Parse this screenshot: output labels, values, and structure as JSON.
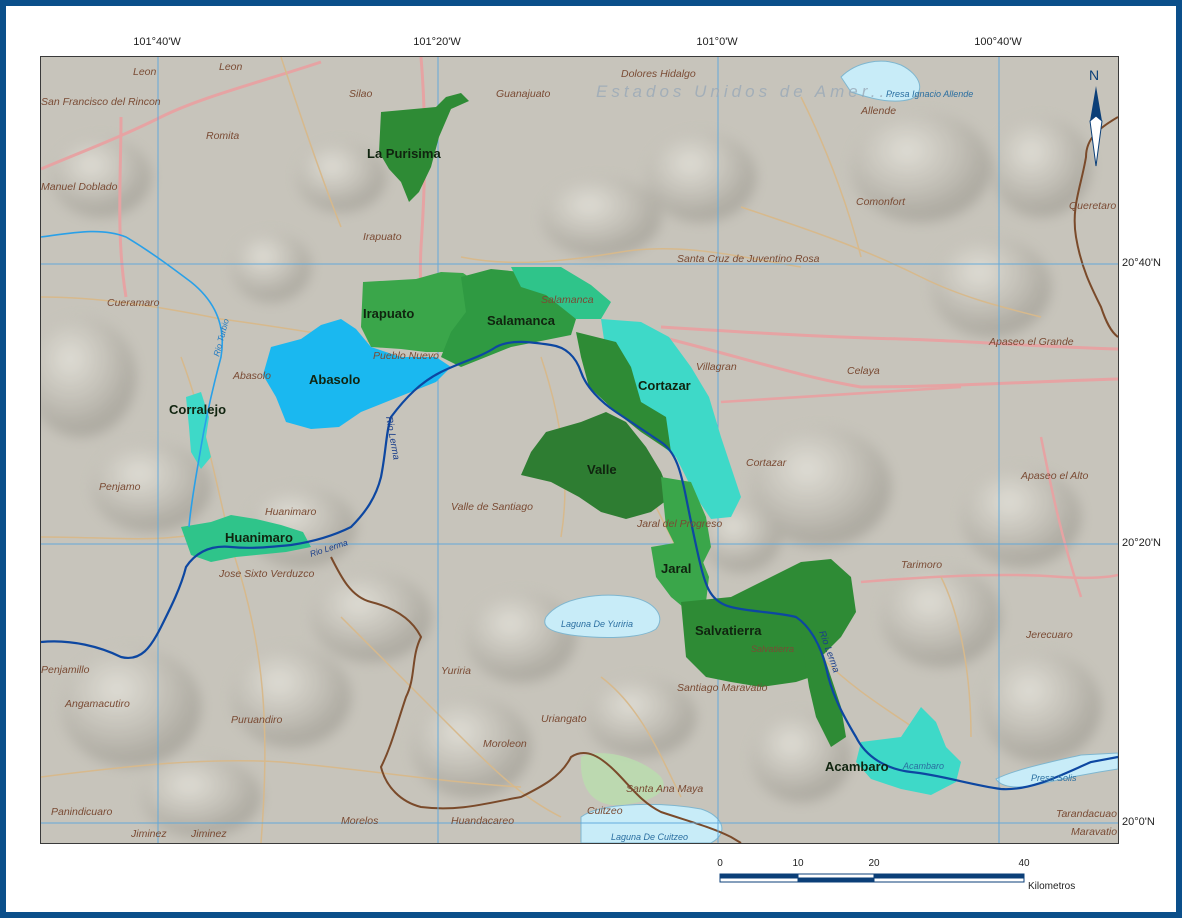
{
  "colors": {
    "frame": "#0b4f8a",
    "terrain": "#c9c6bd",
    "grid": "#4f9fd8",
    "river_main": "#0d47a1",
    "river_secondary": "#29a0e8",
    "state_border": "#7a4a2a",
    "road_major": "#e8a0a0",
    "road_minor": "#d9b98a",
    "zone_dark": "#2e7d32",
    "zone_mid": "#3aa64a",
    "zone_light": "#2fc48a",
    "zone_cyan": "#3ed9c8",
    "zone_blue": "#1ab8f0",
    "lake": "#c8ecf8"
  },
  "graticule": {
    "longitudes": [
      "101°40'W",
      "101°20'W",
      "101°0'W",
      "100°40'W"
    ],
    "latitudes": [
      "20°40'N",
      "20°20'N",
      "20°0'N"
    ]
  },
  "north_arrow": {
    "label": "N"
  },
  "overlay_text": "Estados Unidos de Amer...",
  "zones": [
    {
      "label": "La Purisima",
      "tone": "dark"
    },
    {
      "label": "Irapuato",
      "tone": "mid"
    },
    {
      "label": "Salamanca",
      "tone": "mid"
    },
    {
      "label": "Abasolo",
      "tone": "blue"
    },
    {
      "label": "Corralejo",
      "tone": "cyan"
    },
    {
      "label": "Cortazar",
      "tone": "cyan"
    },
    {
      "label": "Valle",
      "tone": "dark"
    },
    {
      "label": "Jaral",
      "tone": "mid"
    },
    {
      "label": "Huanimaro",
      "tone": "light"
    },
    {
      "label": "Salvatierra",
      "tone": "dark"
    },
    {
      "label": "Acambaro",
      "tone": "cyan"
    }
  ],
  "places": [
    "Leon",
    "Leon",
    "San Francisco del Rincon",
    "Silao",
    "Dolores Hidalgo",
    "Guanajuato",
    "Allende",
    "Romita",
    "Manuel Doblado",
    "Comonfort",
    "Queretaro",
    "Irapuato",
    "Santa Cruz de Juventino Rosa",
    "Cueramaro",
    "Salamanca",
    "Pueblo Nuevo",
    "Abasolo",
    "Villagran",
    "Celaya",
    "Apaseo el Grande",
    "Cortazar",
    "Apaseo el Alto",
    "Penjamo",
    "Valle de Santiago",
    "Jaral del Progreso",
    "Huanimaro",
    "Jose Sixto Verduzco",
    "Tarimoro",
    "Laguna De Yuriria",
    "Salvatierra",
    "Jerecuaro",
    "Penjamillo",
    "Santiago Maravatio",
    "Yuriria",
    "Angamacutiro",
    "Puruandiro",
    "Uriangato",
    "Moroleon",
    "Acambaro",
    "Presa Solis",
    "Santa Ana Maya",
    "Cuitzeo",
    "Panindicuaro",
    "Jiminez",
    "Jiminez",
    "Morelos",
    "Huandacareo",
    "Laguna De Cuitzeo",
    "Tarandacuao",
    "Maravatio",
    "Presa Ignacio Allende"
  ],
  "rivers": [
    "Rio Lerma",
    "Rio Lerma",
    "Rio Lerma",
    "Rio Turbio"
  ],
  "scale": {
    "ticks": [
      "0",
      "10",
      "20",
      "40"
    ],
    "unit": "Kilometros"
  }
}
